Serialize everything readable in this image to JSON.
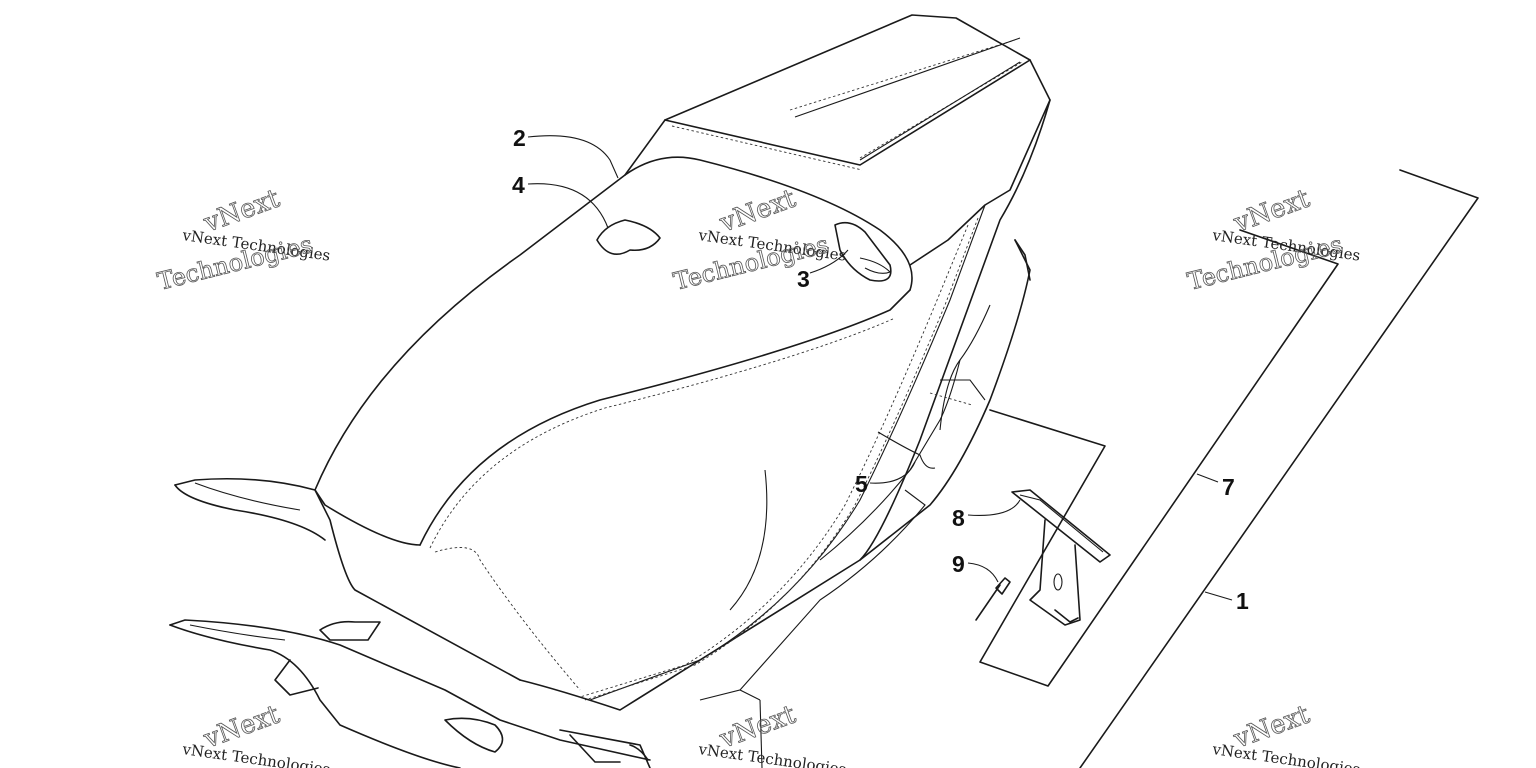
{
  "callouts": {
    "c1": "1",
    "c2": "2",
    "c3": "3",
    "c4": "4",
    "c5": "5",
    "c7": "7",
    "c8": "8",
    "c9": "9"
  },
  "watermark": {
    "line": "vNext Technologies",
    "word1": "vNext",
    "word2": "Technologies"
  }
}
